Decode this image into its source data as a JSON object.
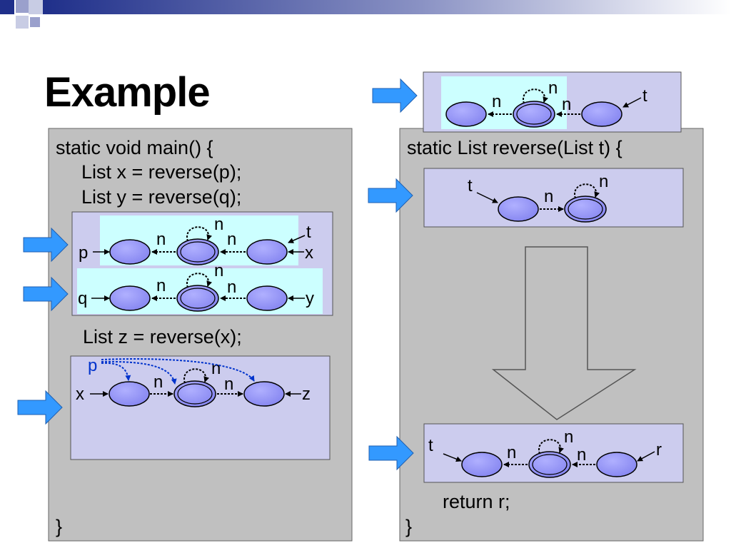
{
  "slide": {
    "title": "Example",
    "accent_color": "#1f2f8a",
    "panel_color": "#c0c0c0",
    "state_box_color": "#ccccee",
    "highlight_color": "#ccffff",
    "node_color": "#9999ff",
    "arrow_color": "#3399ff",
    "edge_color_blue": "#0033cc"
  },
  "left_panel": {
    "line1": "static void main() {",
    "line2": "List x = reverse(p);",
    "line3": "List y = reverse(q);",
    "line4": "List z = reverse(x);",
    "close": "}"
  },
  "right_panel": {
    "line1": "static List reverse(List t) {",
    "return_line": "return r;",
    "close": "}"
  },
  "diagram_labels": {
    "edge_label": "n",
    "var_p": "p",
    "var_q": "q",
    "var_x": "x",
    "var_y": "y",
    "var_z": "z",
    "var_t": "t",
    "var_r": "r"
  }
}
